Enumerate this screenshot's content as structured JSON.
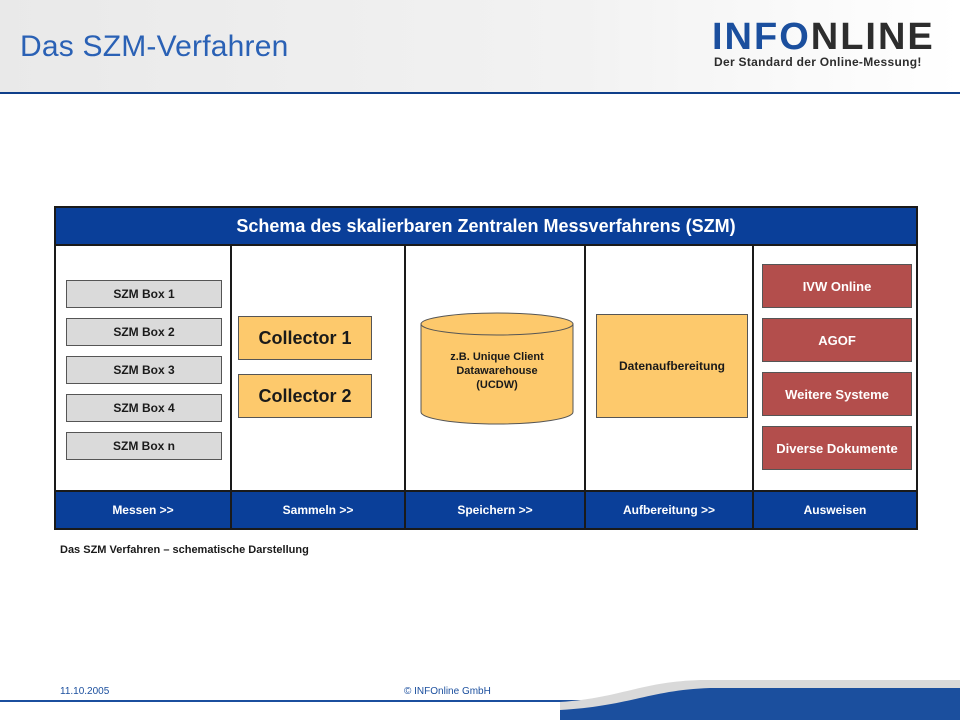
{
  "header": {
    "title": "Das SZM-Verfahren",
    "logo": {
      "part1": "INFO",
      "part2": "NLINE",
      "tagline": "Der Standard der Online-Messung!"
    }
  },
  "diagram": {
    "title": "Schema des skalierbaren Zentralen Messverfahrens (SZM)",
    "measure_boxes": [
      "SZM Box 1",
      "SZM Box 2",
      "SZM Box 3",
      "SZM Box 4",
      "SZM Box n"
    ],
    "collectors": [
      "Collector 1",
      "Collector 2"
    ],
    "datastore": {
      "line1": "z.B. Unique Client",
      "line2": "Datawarehouse",
      "line3": "(UCDW)"
    },
    "processing": "Datenaufbereitung",
    "outputs": [
      "IVW Online",
      "AGOF",
      "Weitere Systeme",
      "Diverse Dokumente"
    ],
    "steps": [
      "Messen >>",
      "Sammeln >>",
      "Speichern >>",
      "Aufbereitung >>",
      "Ausweisen"
    ]
  },
  "caption": "Das SZM Verfahren – schematische Darstellung",
  "footer": {
    "date": "11.10.2005",
    "copyright": "© INFOnline GmbH"
  },
  "colors": {
    "title_blue": "#2a61b5",
    "bar_blue": "#0a3f99",
    "grey_box": "#dadada",
    "orange_box": "#fdc96c",
    "red_box": "#b34e4c"
  }
}
